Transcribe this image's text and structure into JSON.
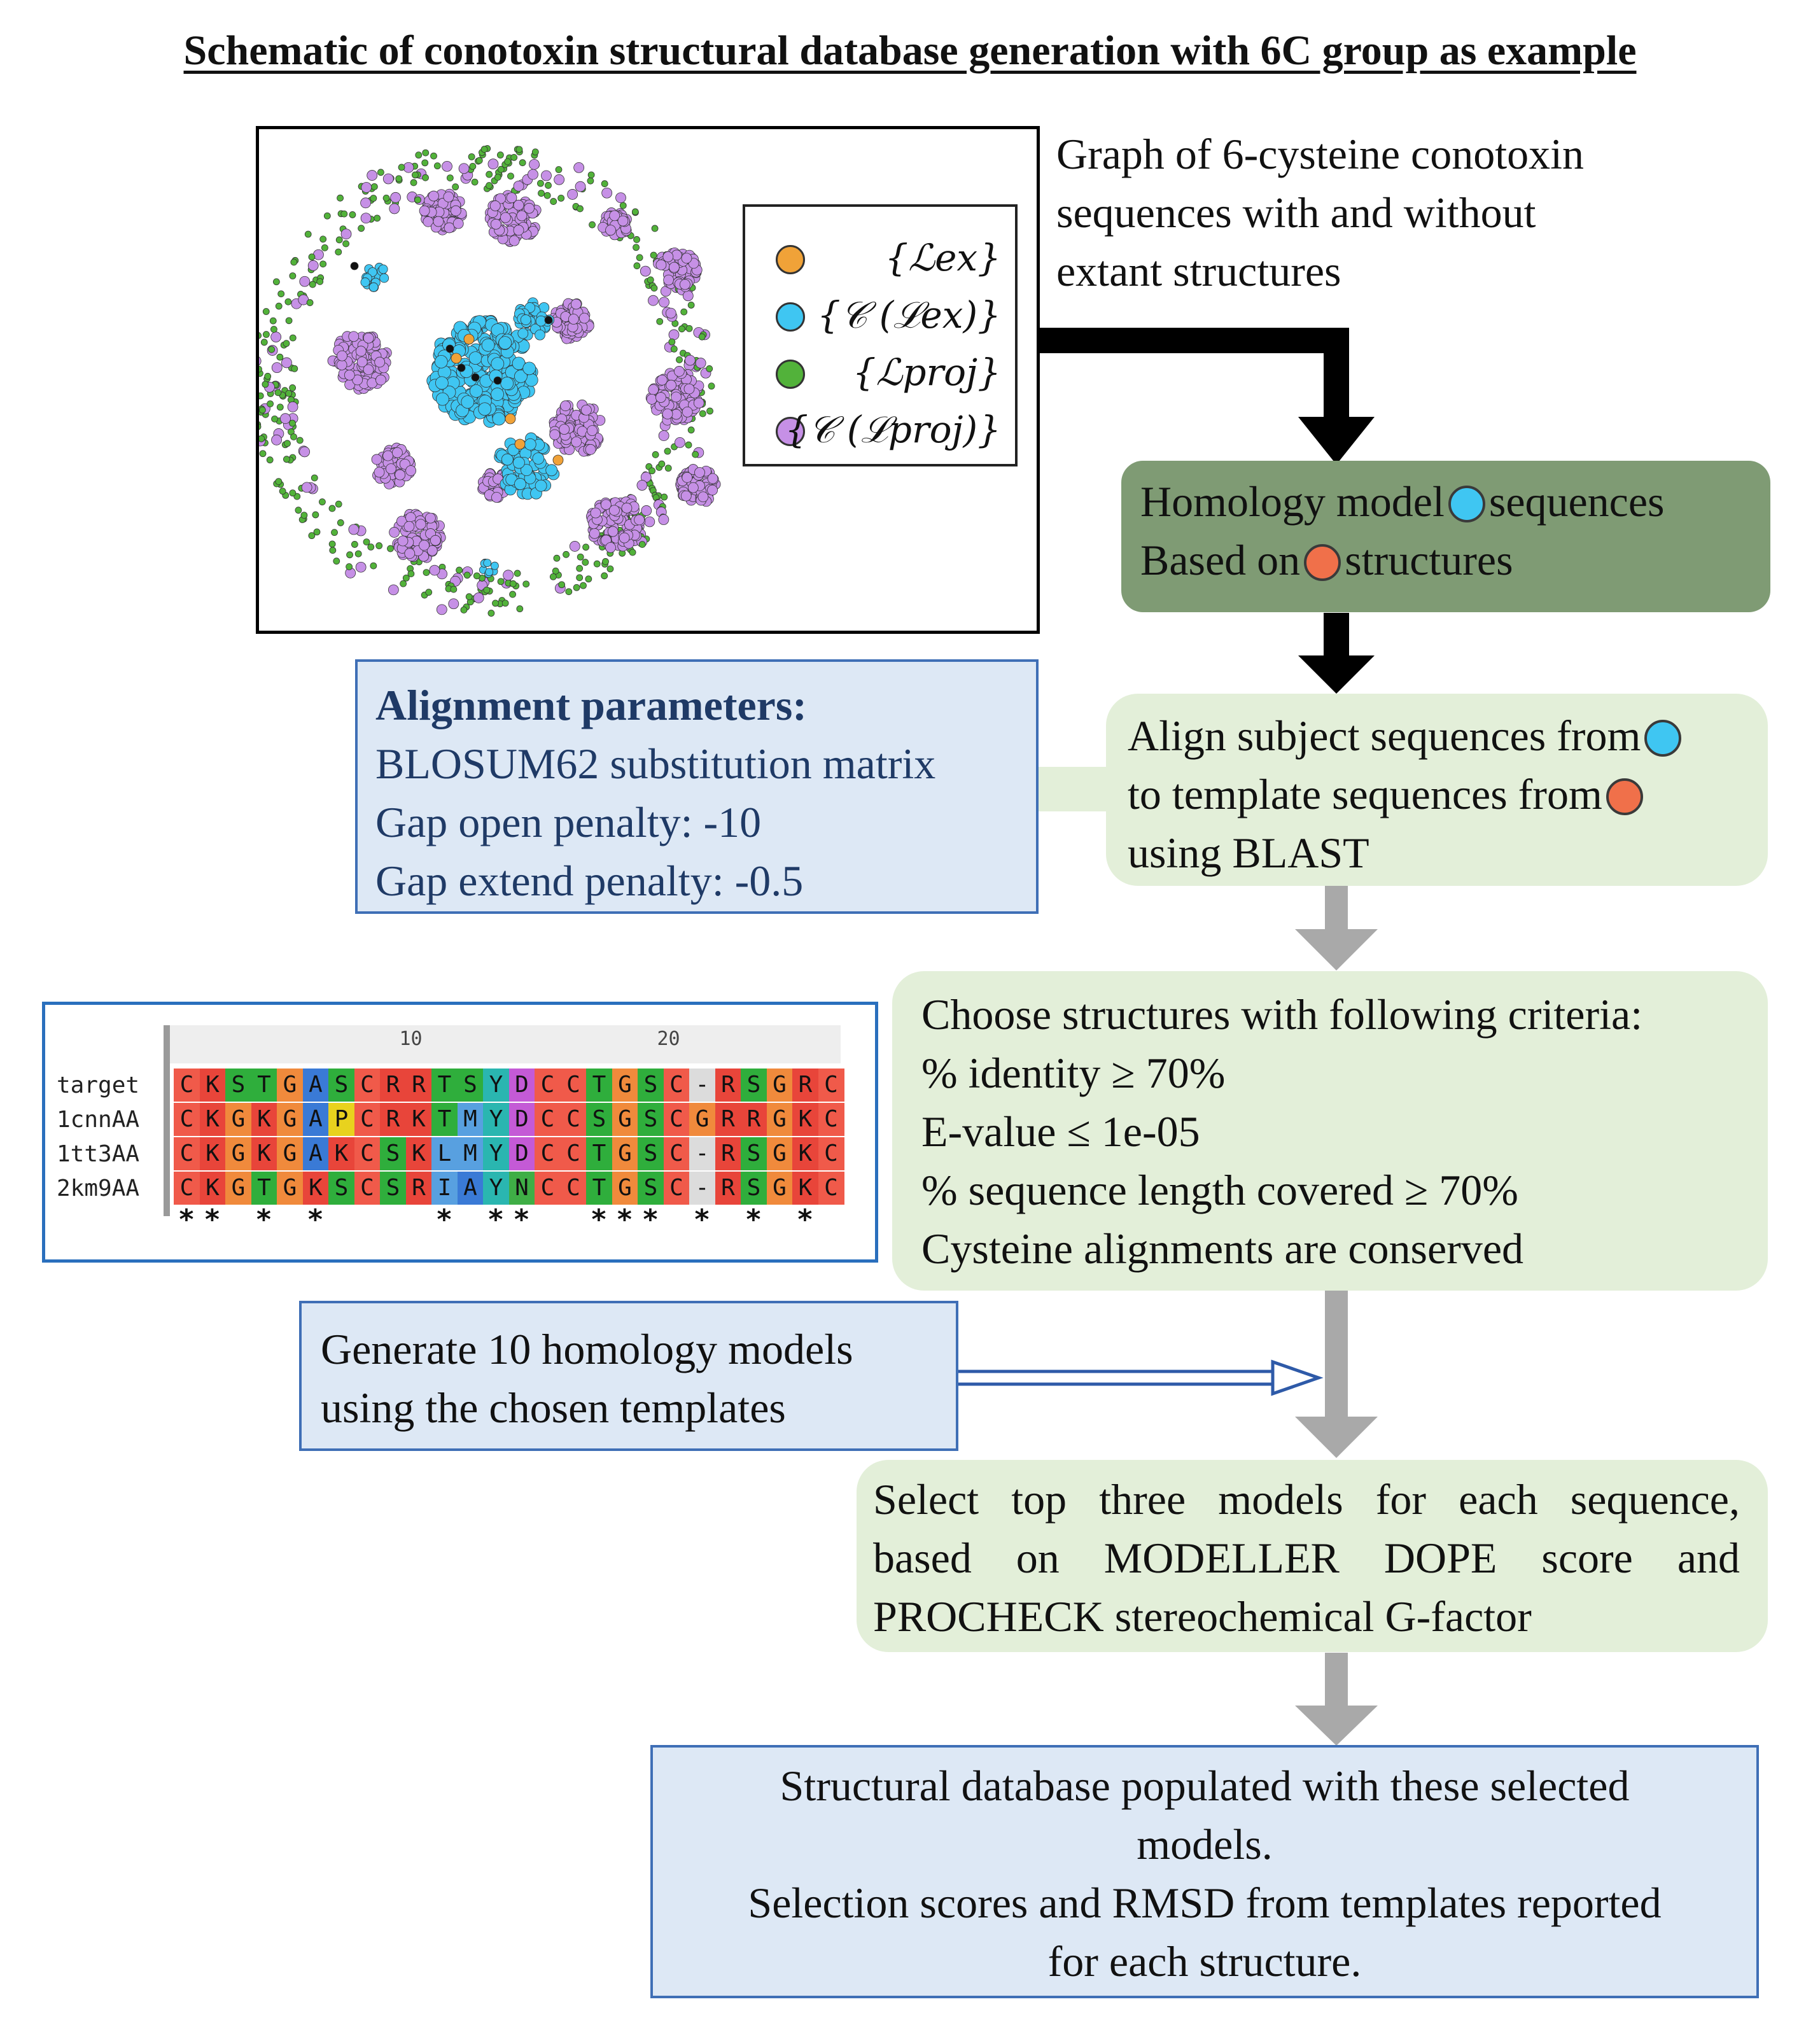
{
  "title": "Schematic of conotoxin structural database generation with 6C group as example",
  "graph_caption": [
    "Graph of 6-cysteine conotoxin",
    "sequences with and without",
    "extant structures"
  ],
  "legend": [
    {
      "label": "{ℒex}",
      "color": "#f0a238"
    },
    {
      "label": "{𝒞 (ℒex)}",
      "color": "#3fc6f2"
    },
    {
      "label": "{ℒproj}",
      "color": "#52b23a"
    },
    {
      "label": "{𝒞 (ℒproj)}",
      "color": "#c690e6"
    }
  ],
  "homology": {
    "line1_a": "Homology model",
    "line1_b": "sequences",
    "line2_a": "Based on",
    "line2_b": "structures"
  },
  "align_params": {
    "heading": "Alignment parameters:",
    "lines": [
      "BLOSUM62 substitution matrix",
      "Gap open penalty: -10",
      "Gap extend penalty: -0.5"
    ]
  },
  "align_step": {
    "line1": "Align subject sequences from",
    "line2": "to template sequences from",
    "line3": "using BLAST"
  },
  "criteria": {
    "heading": "Choose structures with following criteria:",
    "lines": [
      "% identity ≥ 70%",
      "E-value ≤ 1e-05",
      "% sequence length covered ≥ 70%",
      "Cysteine alignments are conserved"
    ]
  },
  "generate": {
    "line1": "Generate 10 homology models",
    "line2": "using the chosen templates"
  },
  "select": {
    "line1": "Select top three models for each sequence,",
    "line2": "based on MODELLER DOPE score and",
    "line3": "PROCHECK stereochemical G-factor"
  },
  "database": {
    "line1": "Structural database populated with these selected",
    "line2": "models.",
    "line3": "Selection scores and RMSD from templates reported",
    "line4": "for each structure."
  },
  "alignment": {
    "ruler": [
      "10",
      "20"
    ],
    "rows": [
      {
        "name": "target",
        "seq": "CKSTGASCRRTSYDCCTGSC-RSGRC"
      },
      {
        "name": "1cnnAA",
        "seq": "CKGKGAPCRKTMYDCCSGSCGRRGKC"
      },
      {
        "name": "1tt3AA",
        "seq": "CKGKGAKCSKLMYDCCTGSC-RSGKC"
      },
      {
        "name": "2km9AA",
        "seq": "CKGTGKSCSRIAYNCCTGSC-RSGKC"
      }
    ],
    "conservation": "** * *    * **  *** * * *"
  }
}
